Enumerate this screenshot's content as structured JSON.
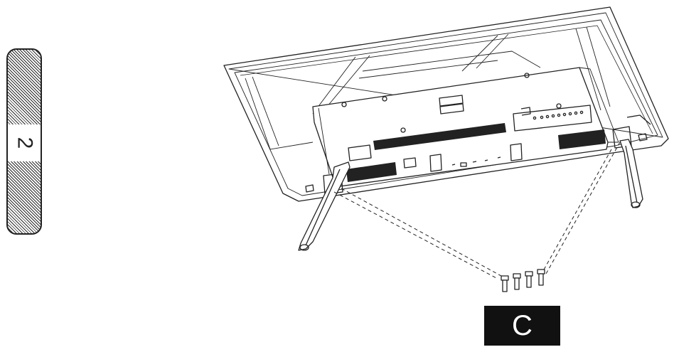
{
  "step": {
    "number": "2"
  },
  "part_label": {
    "text": "C"
  },
  "colors": {
    "line": "#222222",
    "label_bg": "#111111",
    "label_fg": "#ffffff"
  },
  "icons": [
    "tv-back-panel-drawing",
    "tv-stand-leg-icon",
    "screw-icon"
  ]
}
